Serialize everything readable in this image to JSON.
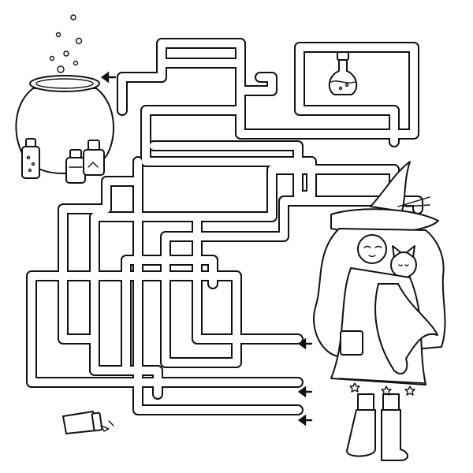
{
  "puzzle": {
    "type": "maze",
    "style": "black-and-white line art",
    "start_points": [
      "path-a",
      "path-b",
      "path-c"
    ],
    "goal": "cauldron"
  },
  "colors": {
    "ink": "#111111",
    "paper": "#ffffff"
  },
  "icons": {
    "cauldron": "cauldron-icon",
    "potion_goal": "potion-flask-icon",
    "potions_side": "potion-bottles-icon",
    "jar": "spilled-jar-icon",
    "witch": "witch-with-cat-icon"
  }
}
